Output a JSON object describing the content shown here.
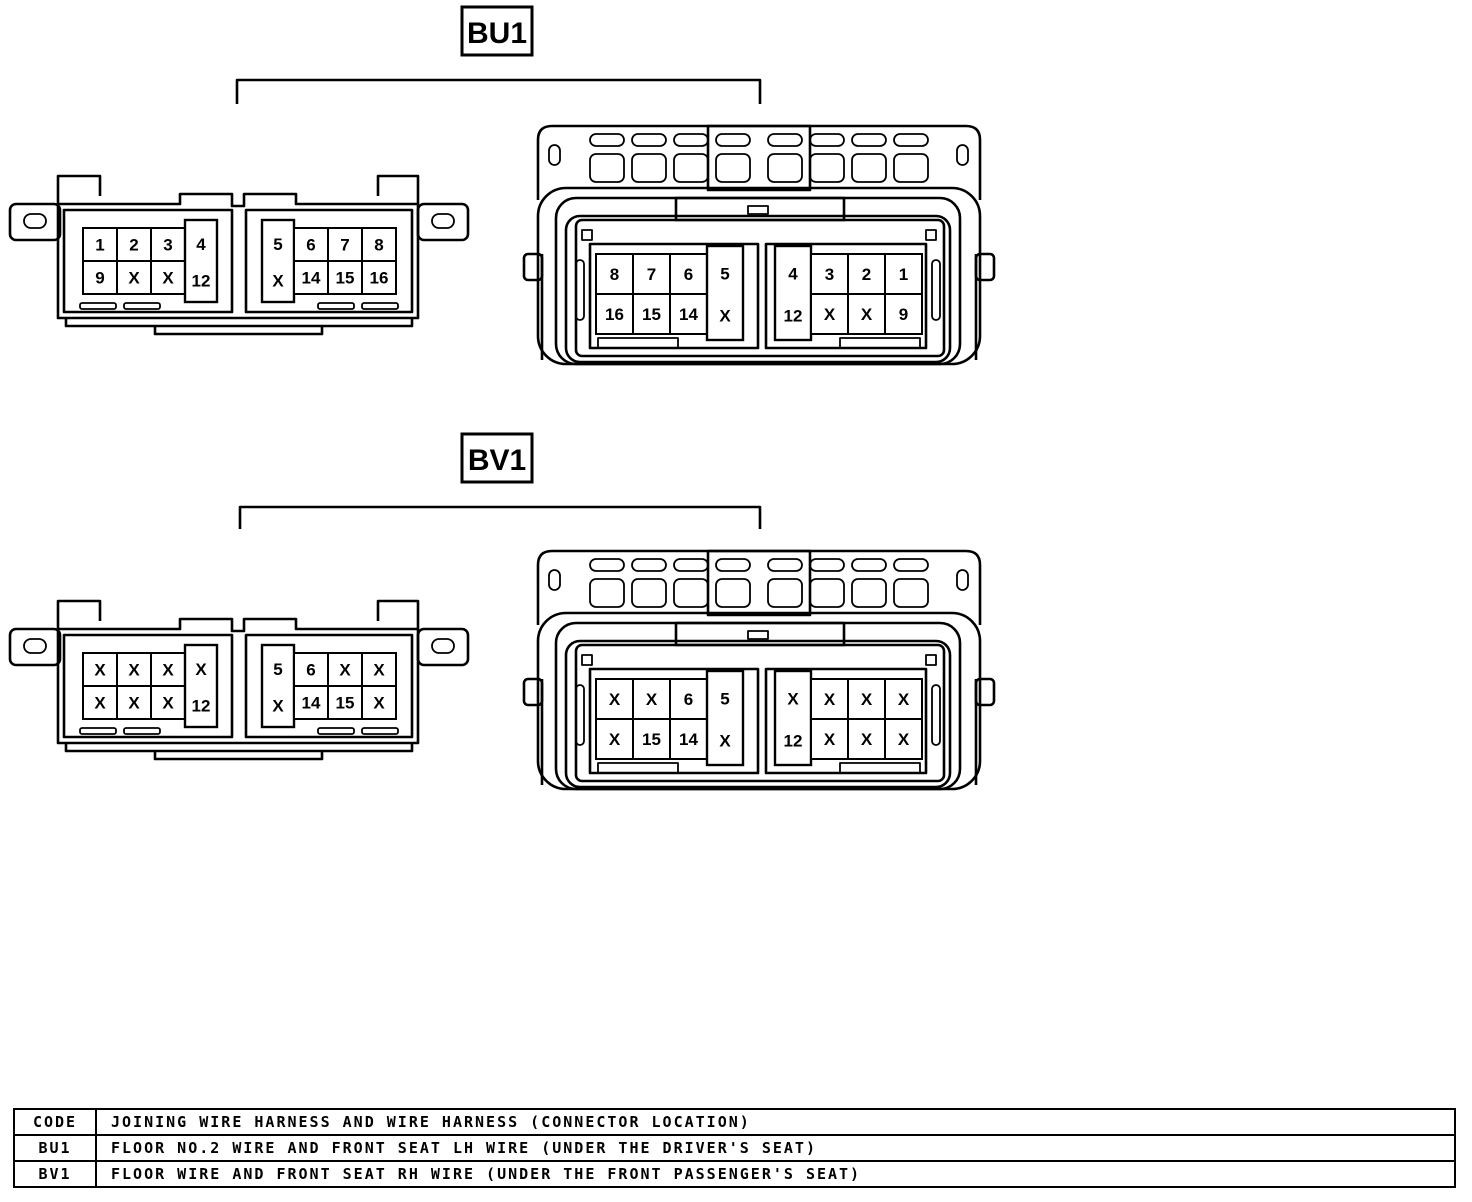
{
  "connectors": [
    {
      "code": "BU1",
      "left_pins": {
        "group_a": {
          "top": [
            "1",
            "2",
            "3"
          ],
          "bottom": [
            "9",
            "X",
            "X"
          ],
          "tall": [
            "4",
            "12"
          ]
        },
        "group_b": {
          "tall": [
            "5",
            "X"
          ],
          "top": [
            "6",
            "7",
            "8"
          ],
          "bottom": [
            "14",
            "15",
            "16"
          ]
        }
      },
      "right_pins": {
        "group_a": {
          "top": [
            "8",
            "7",
            "6"
          ],
          "bottom": [
            "16",
            "15",
            "14"
          ],
          "tall": [
            "5",
            "X"
          ]
        },
        "group_b": {
          "tall": [
            "4",
            "12"
          ],
          "top": [
            "3",
            "2",
            "1"
          ],
          "bottom": [
            "X",
            "X",
            "9"
          ]
        }
      }
    },
    {
      "code": "BV1",
      "left_pins": {
        "group_a": {
          "top": [
            "X",
            "X",
            "X"
          ],
          "bottom": [
            "X",
            "X",
            "X"
          ],
          "tall": [
            "X",
            "12"
          ]
        },
        "group_b": {
          "tall": [
            "5",
            "X"
          ],
          "top": [
            "6",
            "X",
            "X"
          ],
          "bottom": [
            "14",
            "15",
            "X"
          ]
        }
      },
      "right_pins": {
        "group_a": {
          "top": [
            "X",
            "X",
            "6"
          ],
          "bottom": [
            "X",
            "15",
            "14"
          ],
          "tall": [
            "5",
            "X"
          ]
        },
        "group_b": {
          "tall": [
            "X",
            "12"
          ],
          "top": [
            "X",
            "X",
            "X"
          ],
          "bottom": [
            "X",
            "X",
            "X"
          ]
        }
      }
    }
  ],
  "legend": {
    "header": {
      "code": "CODE",
      "desc": "JOINING WIRE HARNESS AND WIRE HARNESS (CONNECTOR LOCATION)"
    },
    "rows": [
      {
        "code": "BU1",
        "desc": "FLOOR NO.2 WIRE AND FRONT SEAT LH WIRE (UNDER THE DRIVER'S SEAT)"
      },
      {
        "code": "BV1",
        "desc": "FLOOR WIRE AND FRONT SEAT RH WIRE (UNDER THE FRONT PASSENGER'S SEAT)"
      }
    ]
  }
}
